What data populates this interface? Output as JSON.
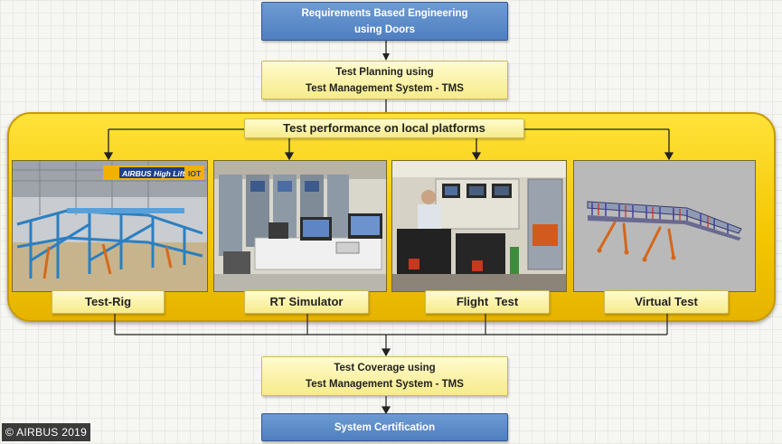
{
  "top": {
    "requirements": [
      "Requirements Based Engineering",
      "using Doors"
    ],
    "planning": [
      "Test Planning using",
      "Test Management System - TMS"
    ]
  },
  "platforms": {
    "header": "Test performance on local platforms",
    "items": [
      {
        "label": "Test-Rig",
        "photo_banner": "AIRBUS High Lift",
        "banner_suffix": "IOT"
      },
      {
        "label": "RT Simulator"
      },
      {
        "label": "Flight  Test"
      },
      {
        "label": "Virtual Test"
      }
    ]
  },
  "bottom": {
    "coverage": [
      "Test Coverage using",
      "Test Management System - TMS"
    ],
    "certification": "System Certification"
  },
  "copyright": "© AIRBUS 2019",
  "colors": {
    "blue_box": "#5b8bc9",
    "yellow_box": "#fbf3a8",
    "platform_band": "#f5c800",
    "connector": "#222222"
  }
}
